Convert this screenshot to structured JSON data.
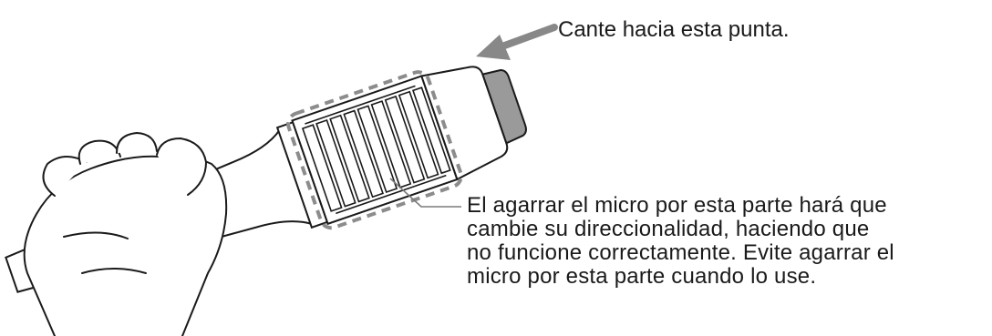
{
  "diagram": {
    "top_callout": "Cante hacia esta punta.",
    "warning_callout": {
      "lines": [
        "El agarrar el micro por esta parte hará que",
        "cambie su direccionalidad, haciendo que",
        "no funcione correctamente. Evite agarrar el",
        "micro por esta parte cuando lo use."
      ]
    },
    "colors": {
      "outline": "#1a1a1a",
      "arrow": "#888888",
      "dashed_highlight": "#8c8c8c",
      "tip_cap": "#9a9a9a",
      "leader_line": "#7a7a7a"
    }
  }
}
